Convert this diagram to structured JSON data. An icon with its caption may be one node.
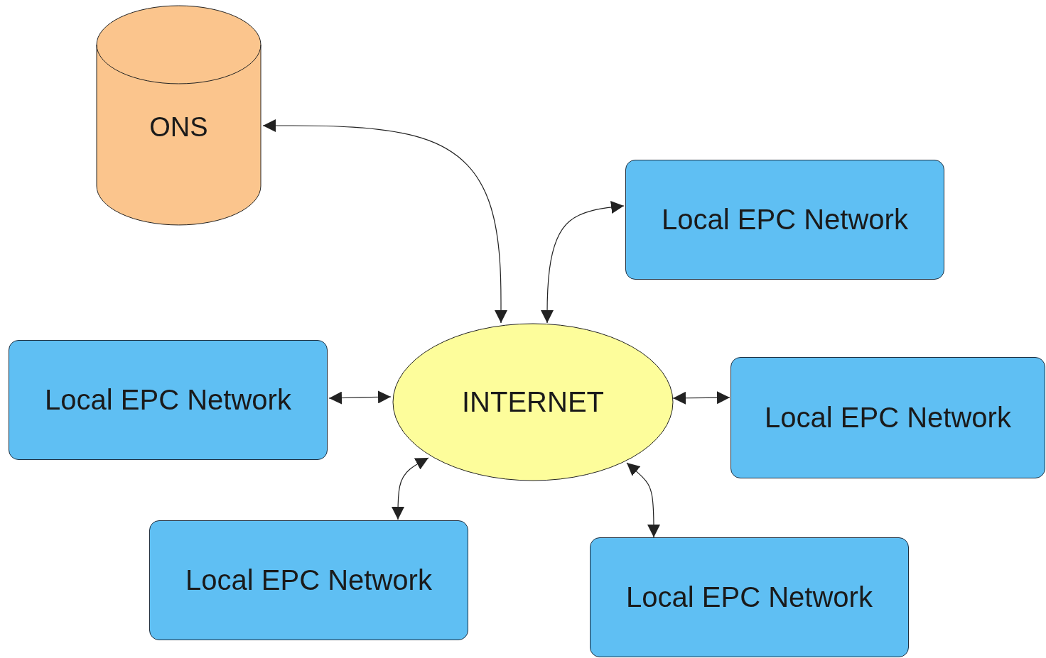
{
  "diagram": {
    "nodes": [
      {
        "text": [
          "ONS"
        ]
      },
      {
        "text": [
          "Local EPC Network"
        ]
      },
      {
        "text": [
          "INTERNET"
        ]
      },
      {
        "text": [
          "Local EPC Network"
        ]
      },
      {
        "text": [
          "Local EPC Network"
        ]
      },
      {
        "text": [
          "Local EPC Network"
        ]
      },
      {
        "text": [
          "Local EPC Network"
        ]
      }
    ],
    "edges": [
      {
        "from": 0,
        "to": 2,
        "arrow": "both"
      },
      {
        "from": 1,
        "to": 2,
        "arrow": "both"
      },
      {
        "from": 3,
        "to": 2,
        "arrow": "both"
      },
      {
        "from": 4,
        "to": 2,
        "arrow": "both"
      },
      {
        "from": 5,
        "to": 2,
        "arrow": "both"
      },
      {
        "from": 6,
        "to": 2,
        "arrow": "both"
      }
    ]
  }
}
